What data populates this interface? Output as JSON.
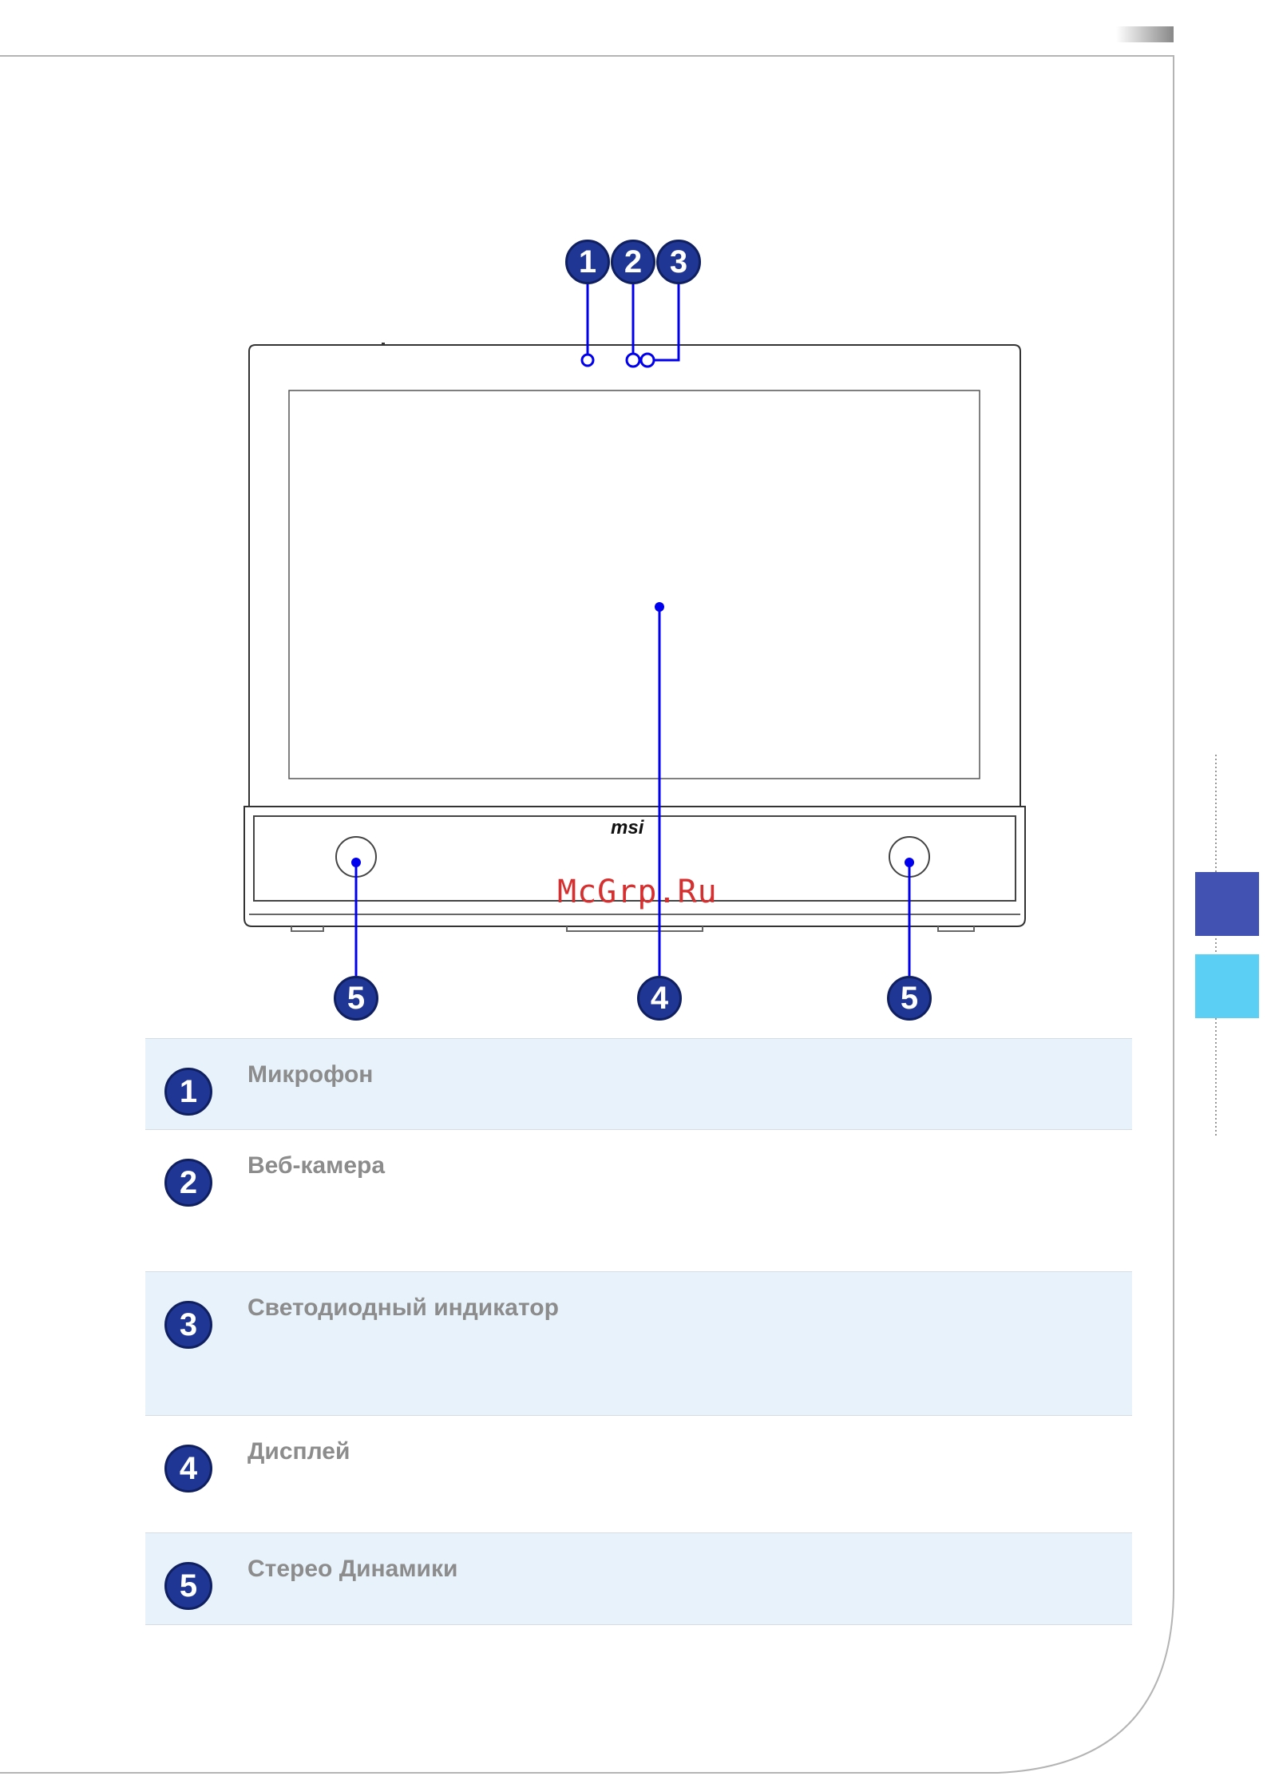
{
  "logo": "msi",
  "watermark": "McGrp.Ru",
  "diagram_callouts": [
    "1",
    "2",
    "3",
    "4",
    "5",
    "5"
  ],
  "rows": [
    {
      "num": "1",
      "label": "Микрофон"
    },
    {
      "num": "2",
      "label": "Веб-камера"
    },
    {
      "num": "3",
      "label": "Светодиодный индикатор"
    },
    {
      "num": "4",
      "label": "Дисплей"
    },
    {
      "num": "5",
      "label": "Стерео Динамики"
    }
  ],
  "colors": {
    "badge": "#1f3694",
    "leader": "#0000ee",
    "row_shade": "#e8f2fa",
    "tab_dark": "#4152b3",
    "tab_light": "#5ccff5"
  }
}
